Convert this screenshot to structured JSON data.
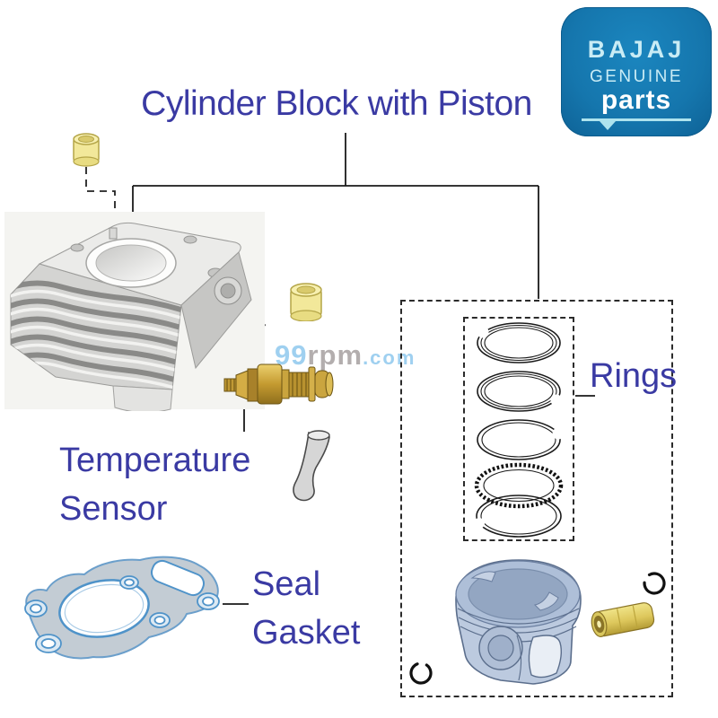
{
  "title": {
    "text": "Cylinder Block with Piston",
    "color": "#3a3aa3"
  },
  "logo": {
    "brand": "BAJAJ",
    "line1": "GENUINE",
    "line2": "parts",
    "bg_color": "#1576ad",
    "text_color": "#c9ecf5"
  },
  "watermark": {
    "prefix": "99",
    "mid": "rpm",
    "suffix": ".com",
    "blue": "#9fd0f0",
    "gray": "#b3aeae"
  },
  "labels": {
    "temperature_sensor": {
      "line1": "Temperature",
      "line2": "Sensor"
    },
    "seal_gasket": {
      "line1": "Seal",
      "line2": "Gasket"
    },
    "rings": "Rings"
  },
  "colors": {
    "callout_line": "#1a1a1a",
    "dashed_box": "#2b2b2b",
    "gasket_outline": "#5e9ac8",
    "piston_blue": "#bccadf",
    "brass": "#c9a43e",
    "dowel_yellow": "#f2e89a"
  },
  "illustrations": [
    "cylinder-block",
    "dowel-bushing-top",
    "dowel-bushing-middle",
    "temperature-sensor",
    "rubber-boot",
    "seal-gasket",
    "piston-rings",
    "oil-ring",
    "piston",
    "piston-pin",
    "circlip-left",
    "circlip-right"
  ]
}
